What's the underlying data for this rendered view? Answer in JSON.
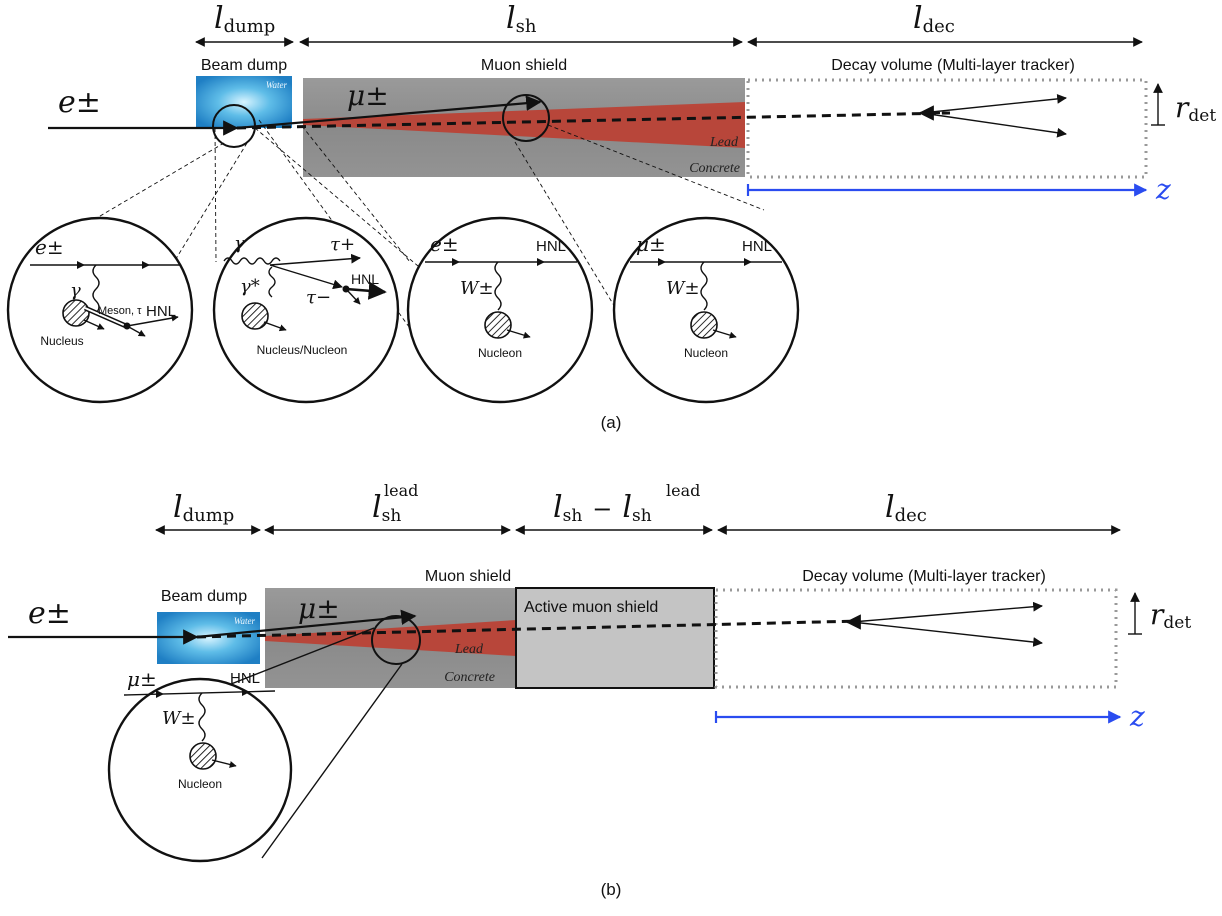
{
  "panel_a": {
    "dim_dump": "l",
    "dim_dump_sub": "dump",
    "dim_sh": "l",
    "dim_sh_sub": "sh",
    "dim_dec": "l",
    "dim_dec_sub": "dec",
    "beam_dump": "Beam dump",
    "water": "Water",
    "muon_shield": "Muon shield",
    "decay_volume": "Decay volume (Multi-layer tracker)",
    "lead": "Lead",
    "concrete": "Concrete",
    "electron": "e±",
    "muon": "μ±",
    "r_det": "r",
    "r_det_sub": "det",
    "z": "z",
    "caption": "(a)",
    "diagram1": {
      "e": "e±",
      "gamma": "γ",
      "meson": "Meson, τ",
      "hnl": "HNL",
      "nucleus": "Nucleus"
    },
    "diagram2": {
      "gamma": "γ",
      "gamma_star": "γ*",
      "tau_plus": "τ+",
      "tau_minus": "τ−",
      "hnl": "HNL",
      "nucleus": "Nucleus/Nucleon"
    },
    "diagram3": {
      "e": "e±",
      "hnl": "HNL",
      "w": "W±",
      "nucleon": "Nucleon"
    },
    "diagram4": {
      "mu": "μ±",
      "hnl": "HNL",
      "w": "W±",
      "nucleon": "Nucleon"
    }
  },
  "panel_b": {
    "dim_dump": "l",
    "dim_dump_sub": "dump",
    "dim_lead": "l",
    "dim_lead_sub": "sh",
    "dim_lead_sup": "lead",
    "dim_diff_a": "l",
    "dim_diff_a_sub": "sh",
    "dim_diff_minus": "−",
    "dim_diff_b": "l",
    "dim_diff_b_sub": "sh",
    "dim_diff_b_sup": "lead",
    "dim_dec": "l",
    "dim_dec_sub": "dec",
    "beam_dump": "Beam dump",
    "water": "Water",
    "muon_shield": "Muon shield",
    "active_shield": "Active muon shield",
    "decay_volume": "Decay volume (Multi-layer tracker)",
    "lead": "Lead",
    "concrete": "Concrete",
    "electron": "e±",
    "muon": "μ±",
    "r_det": "r",
    "r_det_sub": "det",
    "z": "z",
    "caption": "(b)",
    "diagram": {
      "mu": "μ±",
      "hnl": "HNL",
      "w": "W±",
      "nucleon": "Nucleon"
    }
  },
  "colors": {
    "water": "#2f9ee0",
    "lead": "#c0392b",
    "concrete": "#8e8e8e",
    "active": "#c4c4c4",
    "axis": "#2a4cf0"
  }
}
